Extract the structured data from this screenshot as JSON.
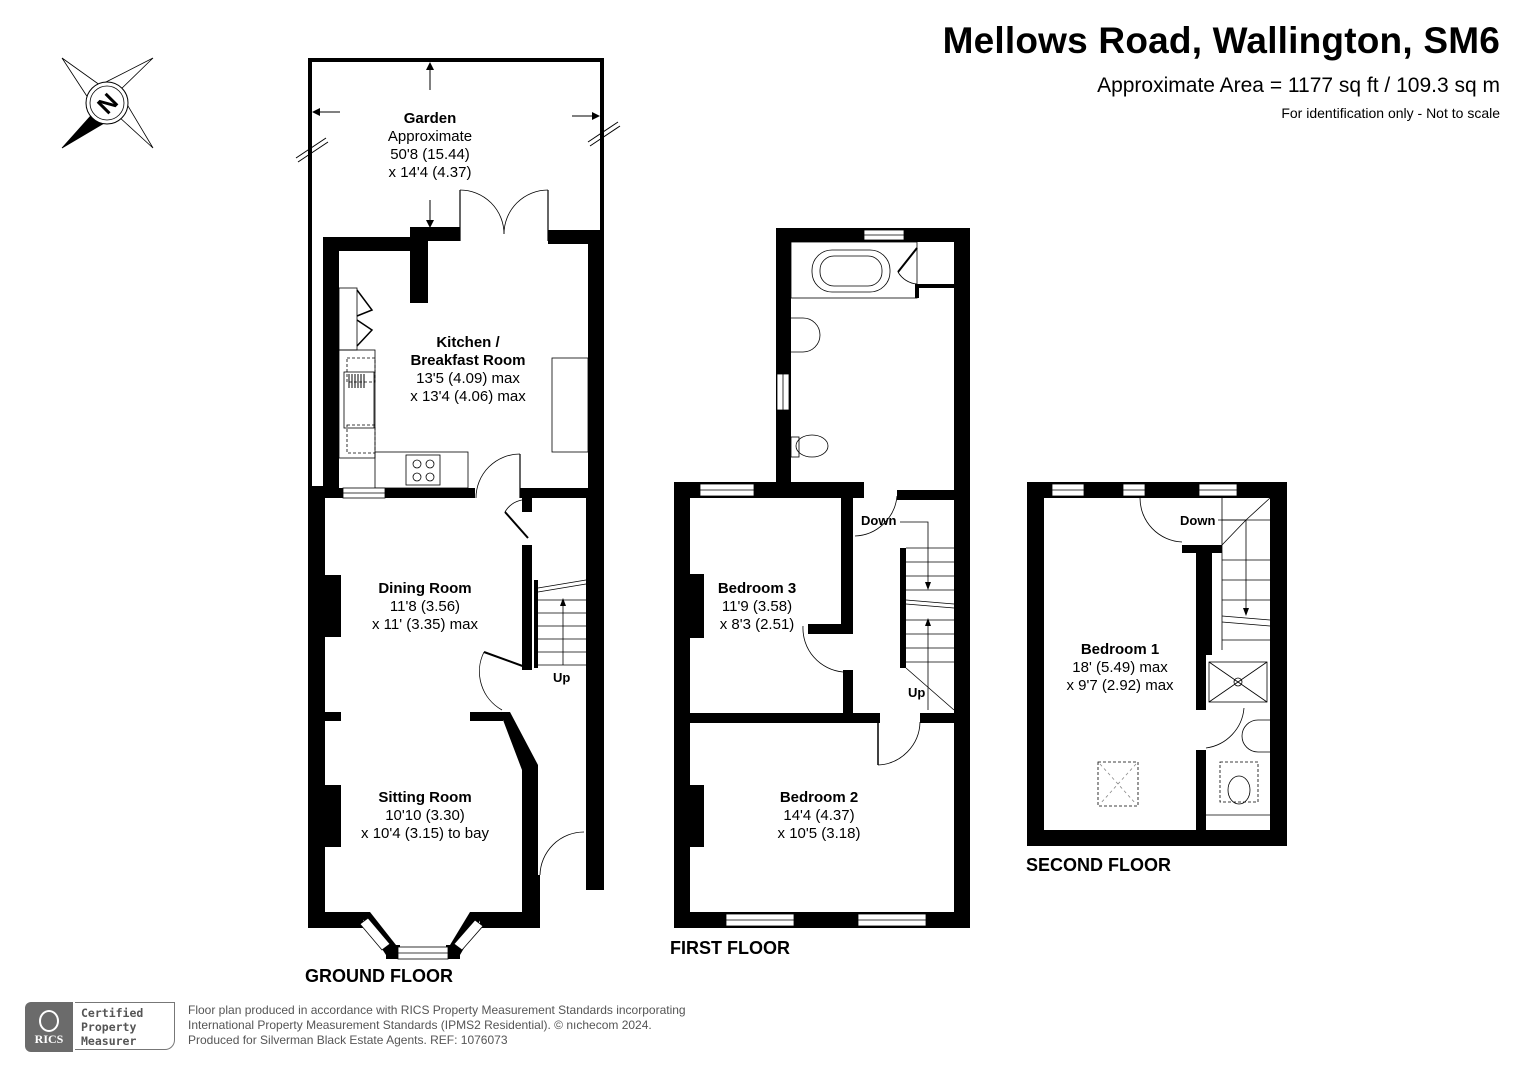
{
  "header": {
    "title": "Mellows Road, Wallington, SM6",
    "area": "Approximate Area = 1177 sq ft / 109.3 sq m",
    "note": "For identification only - Not to scale"
  },
  "compass": {
    "label": "N",
    "icon": "compass-north-icon"
  },
  "floors": {
    "ground": {
      "label": "GROUND FLOOR",
      "stairs": "Up",
      "rooms": [
        {
          "name": "Garden",
          "lines": [
            "Approximate",
            "50'8 (15.44)",
            "x 14'4 (4.37)"
          ]
        },
        {
          "name": "Kitchen /",
          "name2": "Breakfast Room",
          "lines": [
            "13'5 (4.09) max",
            "x 13'4 (4.06) max"
          ]
        },
        {
          "name": "Dining Room",
          "lines": [
            "11'8 (3.56)",
            "x 11' (3.35) max"
          ]
        },
        {
          "name": "Sitting Room",
          "lines": [
            "10'10 (3.30)",
            "x 10'4 (3.15) to bay"
          ]
        }
      ]
    },
    "first": {
      "label": "FIRST FLOOR",
      "stairs_down": "Down",
      "stairs_up": "Up",
      "rooms": [
        {
          "name": "Bedroom 3",
          "lines": [
            "11'9 (3.58)",
            "x 8'3 (2.51)"
          ]
        },
        {
          "name": "Bedroom 2",
          "lines": [
            "14'4 (4.37)",
            "x 10'5 (3.18)"
          ]
        }
      ]
    },
    "second": {
      "label": "SECOND FLOOR",
      "stairs_down": "Down",
      "rooms": [
        {
          "name": "Bedroom 1",
          "lines": [
            "18' (5.49) max",
            "x 9'7 (2.92) max"
          ]
        }
      ]
    }
  },
  "footer": {
    "badge_org": "RICS",
    "badge_lines": [
      "Certified",
      "Property",
      "Measurer"
    ],
    "text_lines": [
      "Floor plan produced in accordance with RICS Property Measurement Standards incorporating",
      "International Property Measurement Standards (IPMS2 Residential).   © nıchecom 2024.",
      "Produced for Silverman Black Estate Agents.   REF: 1076073"
    ]
  },
  "colors": {
    "wall": "#000000",
    "background": "#ffffff",
    "footer_text": "#555555",
    "badge": "#6b6b6b"
  }
}
